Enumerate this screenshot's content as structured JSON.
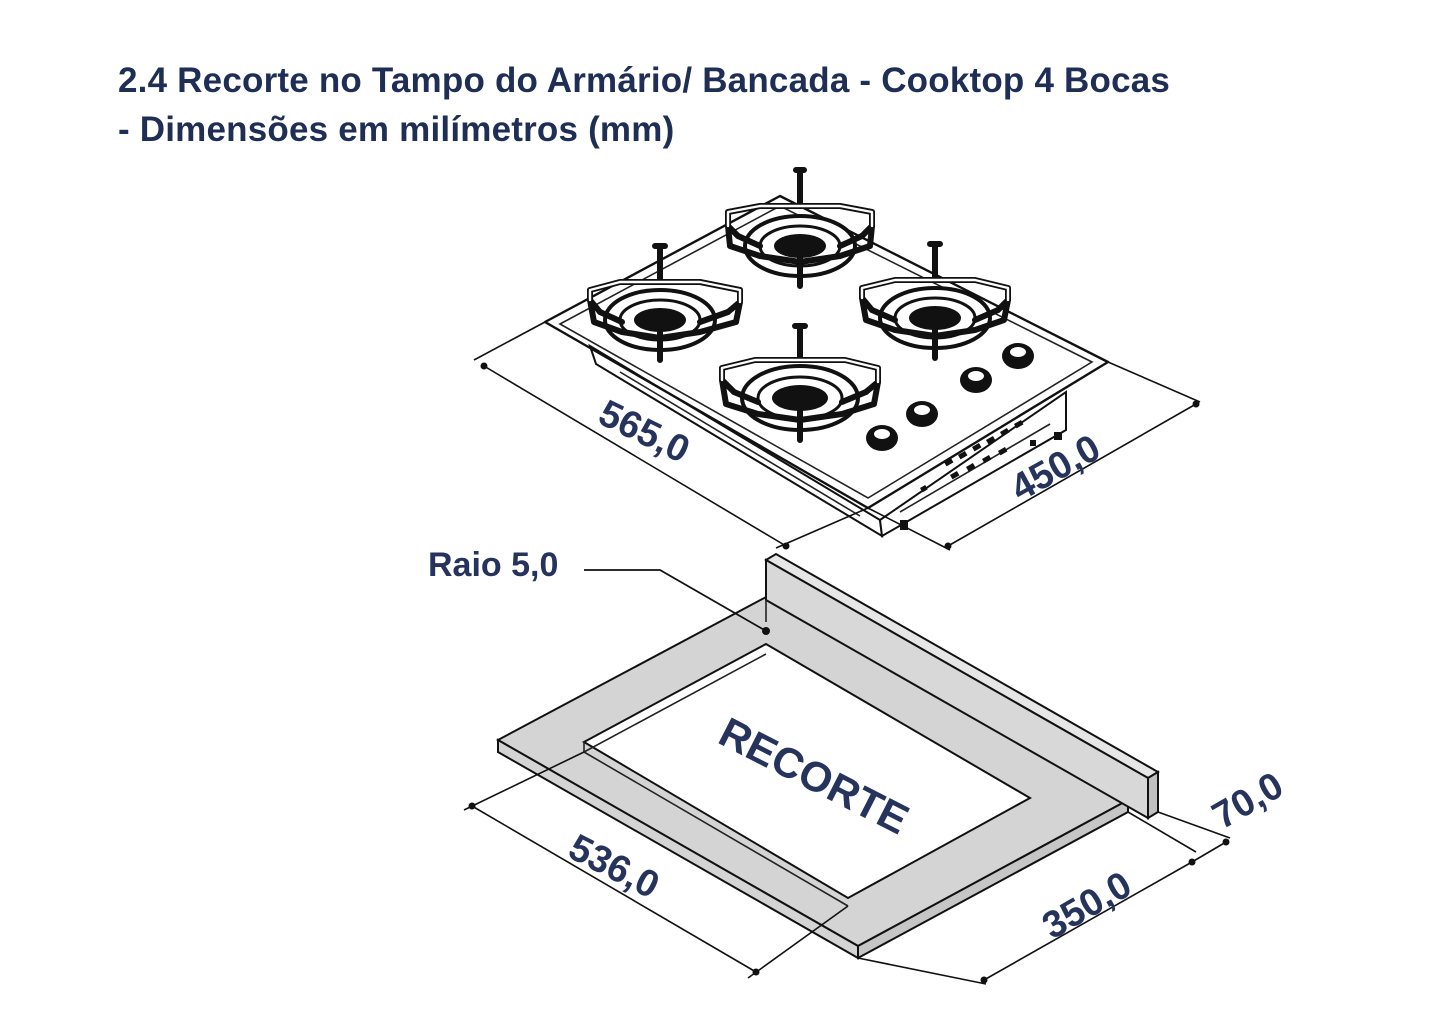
{
  "title": {
    "line1": "2.4 Recorte no Tampo do Armário/ Bancada - Cooktop 4 Bocas",
    "line2": "- Dimensões em milímetros (mm)"
  },
  "cooktop": {
    "width_label": "565,0",
    "depth_label": "450,0",
    "burners": 4,
    "knobs": 4
  },
  "cutout": {
    "radius_label": "Raio 5,0",
    "area_label": "RECORTE",
    "width_label": "536,0",
    "depth_label": "350,0",
    "backsplash_label": "70,0"
  },
  "colors": {
    "text": "#26335c",
    "title": "#1f2e55",
    "line": "#111111",
    "counter_fill": "#d4d4d4"
  }
}
